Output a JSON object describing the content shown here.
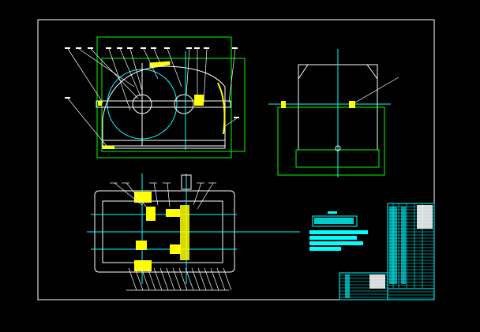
{
  "drawing": {
    "type": "CAD assembly drawing",
    "background": "#000000",
    "colors": {
      "frame": "#ffffff",
      "outline": "#ffffff",
      "centerline": "#00ffff",
      "hatch": "#ffff00",
      "dimension": "#00ff00",
      "table": "#00ffff"
    },
    "views": [
      "front-view",
      "side-view",
      "plan-view"
    ]
  }
}
